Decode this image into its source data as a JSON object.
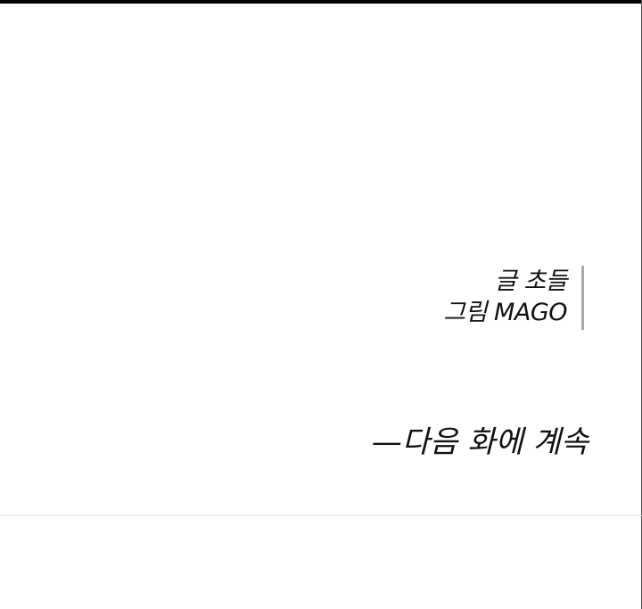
{
  "credits": {
    "writer": "글 초들",
    "artist": "그림 MAGO"
  },
  "ending": "—다음 화에 계속"
}
